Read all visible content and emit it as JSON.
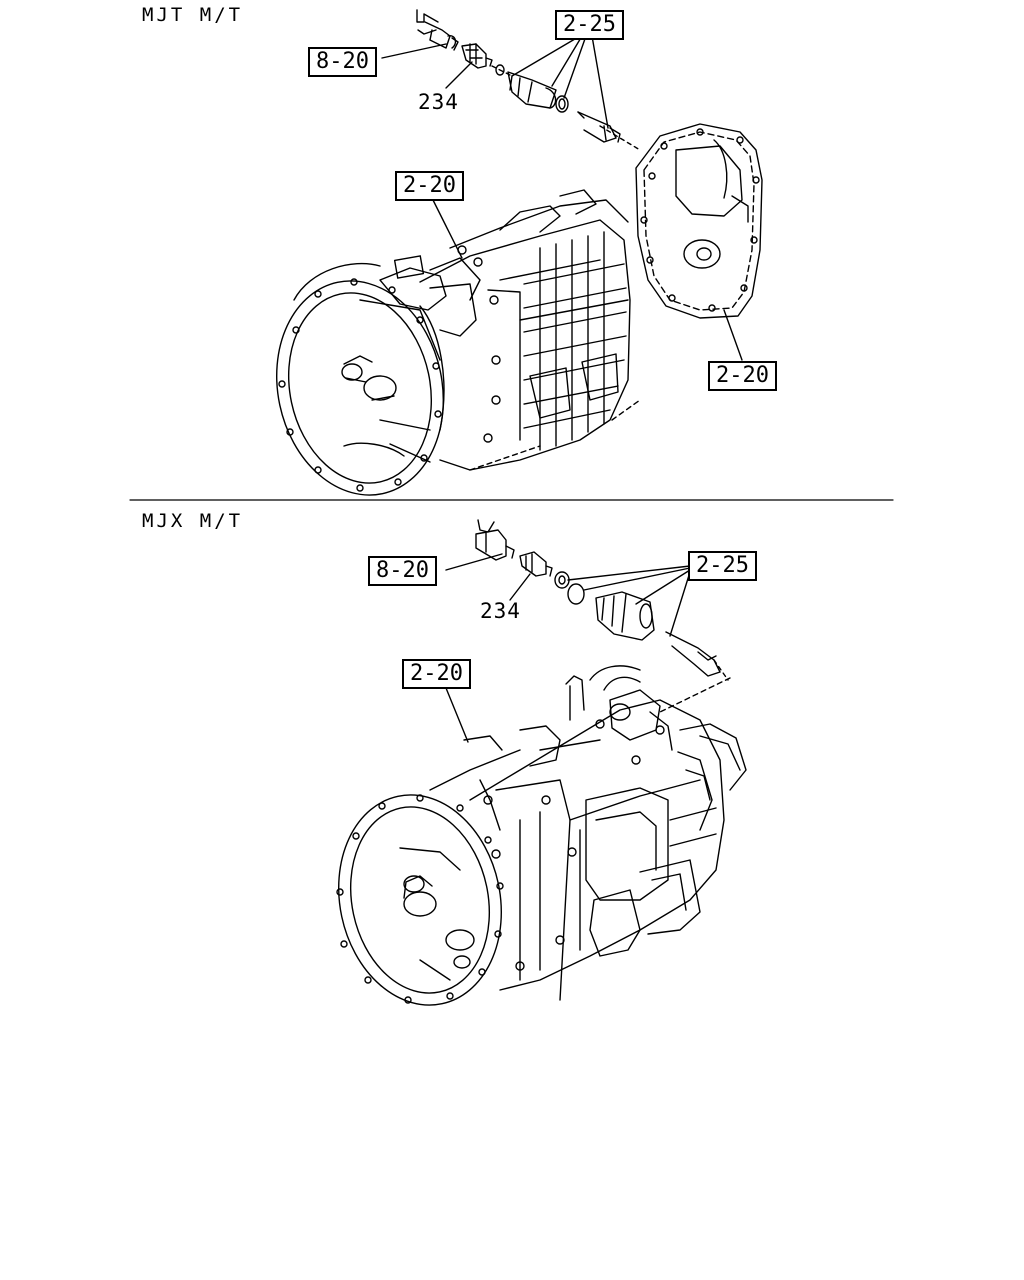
{
  "sections": [
    {
      "title": "MJT M/T",
      "refs": {
        "ref_8_20": "8-20",
        "ref_2_25": "2-25",
        "ref_2_20_main": "2-20",
        "ref_2_20_cover": "2-20"
      },
      "part_number": "234"
    },
    {
      "title": "MJX M/T",
      "refs": {
        "ref_8_20": "8-20",
        "ref_2_25": "2-25",
        "ref_2_20_main": "2-20"
      },
      "part_number": "234"
    }
  ],
  "colors": {
    "line": "#000000",
    "background": "#ffffff"
  }
}
